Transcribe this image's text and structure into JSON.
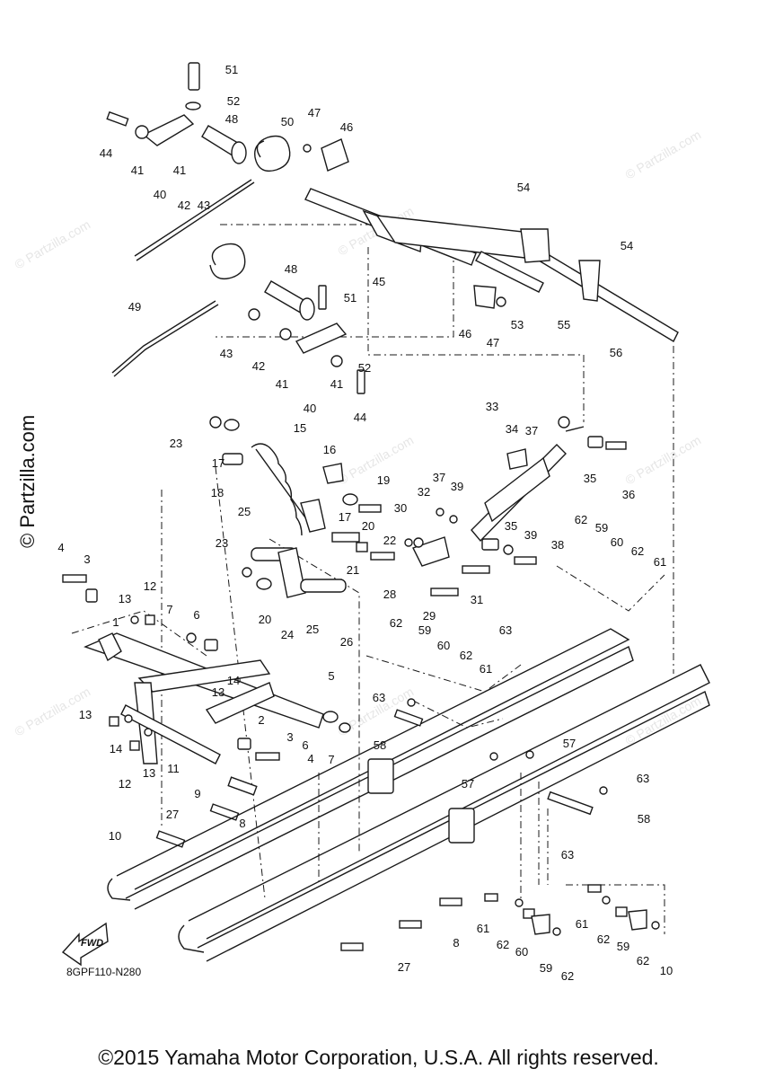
{
  "side_watermark": "© Partzilla.com",
  "background_watermark": "© Partzilla.com",
  "copyright": "©2015 Yamaha Motor Corporation, U.S.A. All rights reserved.",
  "diagram_code": "8GPF110-N280",
  "fwd_label": "FWD",
  "callouts": [
    "51",
    "52",
    "44",
    "48",
    "50",
    "47",
    "46",
    "41",
    "41",
    "42",
    "43",
    "40",
    "54",
    "54",
    "45",
    "53",
    "55",
    "56",
    "48",
    "51",
    "49",
    "43",
    "42",
    "46",
    "47",
    "41",
    "41",
    "52",
    "40",
    "44",
    "15",
    "16",
    "23",
    "17",
    "18",
    "19",
    "17",
    "20",
    "33",
    "34",
    "37",
    "35",
    "36",
    "37",
    "39",
    "32",
    "30",
    "22",
    "21",
    "62",
    "59",
    "60",
    "62",
    "61",
    "38",
    "35",
    "39",
    "31",
    "28",
    "29",
    "4",
    "3",
    "25",
    "23",
    "20",
    "24",
    "25",
    "26",
    "13",
    "12",
    "7",
    "6",
    "62",
    "59",
    "60",
    "62",
    "61",
    "63",
    "1",
    "5",
    "14",
    "13",
    "14",
    "13",
    "2",
    "63",
    "58",
    "57",
    "3",
    "6",
    "7",
    "4",
    "12",
    "13",
    "11",
    "9",
    "57",
    "63",
    "27",
    "8",
    "58",
    "10",
    "63",
    "61",
    "61",
    "62",
    "60",
    "62",
    "59",
    "59",
    "62",
    "8",
    "62",
    "27",
    "10"
  ]
}
